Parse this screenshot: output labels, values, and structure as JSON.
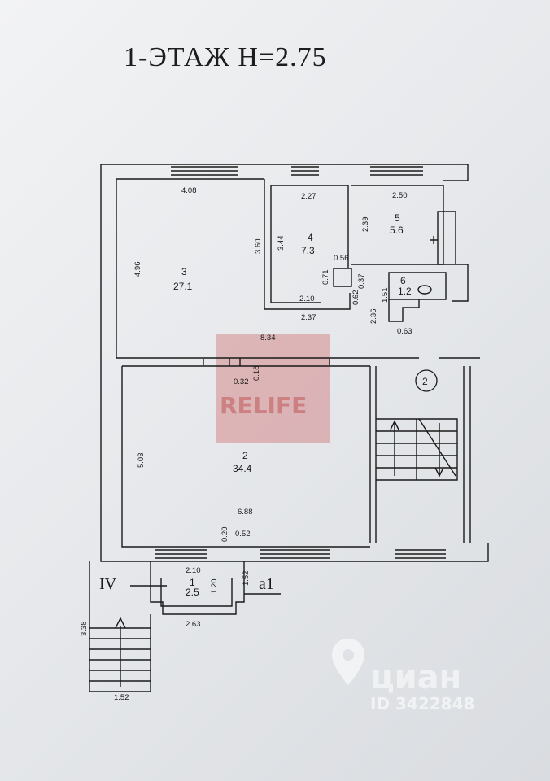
{
  "title": "1-ЭТАЖ  Н=2.75",
  "rooms": [
    {
      "number": "3",
      "area": "27.1"
    },
    {
      "number": "4",
      "area": "7.3"
    },
    {
      "number": "5",
      "area": "5.6"
    },
    {
      "number": "6",
      "area": "1.2"
    },
    {
      "number": "2",
      "area": "34.4"
    },
    {
      "number": "1",
      "area": "2.5"
    }
  ],
  "dimensions": {
    "r3_width": "4.08",
    "r3_height": "4.96",
    "r4_top": "2.27",
    "r4_left_outer": "3.60",
    "r4_left_inner": "3.44",
    "r4_bottom": "2.10",
    "r4_bottom_outer": "2.37",
    "r4_niche_w": "0.56",
    "r4_niche_h": "0.71",
    "r5_top": "2.50",
    "r5_left": "2.39",
    "r6_a": "0.37",
    "r6_b": "0.62",
    "r6_c": "1.51",
    "r6_d": "2.36",
    "r6_bottom": "0.63",
    "wall_length": "8.34",
    "door_w": "0.32",
    "door_d": "0.18",
    "r2_height": "5.03",
    "r2_width": "6.88",
    "door2_d": "0.20",
    "door2_w": "0.52",
    "r1_top": "2.10",
    "r1_h": "1.20",
    "r1_side": "1.52",
    "r1_bottom": "2.63",
    "stair_h": "3.38",
    "stair_w": "1.52"
  },
  "labels": {
    "entrance_roman": "IV",
    "entrance_letter": "а1",
    "stair_circle": "2"
  },
  "watermarks": {
    "relife": "RELIFE",
    "cian_brand": "циан",
    "cian_id": "ID 3422848"
  }
}
